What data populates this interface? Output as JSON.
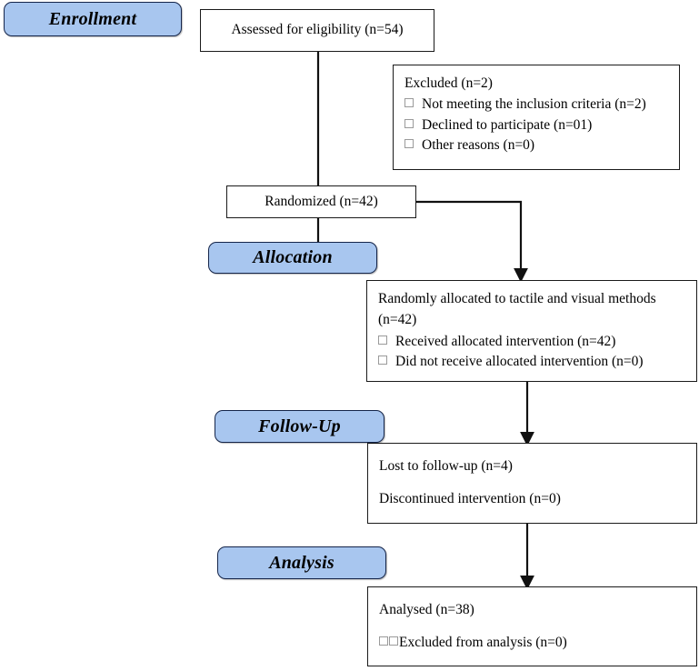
{
  "diagram": {
    "type": "consort-flow-diagram",
    "title": "CONSORT participant flow",
    "colors": {
      "badge_fill": "#a8c6ef",
      "badge_border": "#15254a",
      "box_border": "#1a1a1a",
      "background": "#ffffff",
      "text": "#000000",
      "bullet_border": "#9a9a9a"
    }
  },
  "stages": {
    "enrollment": {
      "label": "Enrollment"
    },
    "allocation": {
      "label": "Allocation"
    },
    "followup": {
      "label": "Follow-Up"
    },
    "analysis": {
      "label": "Analysis"
    }
  },
  "boxes": {
    "assessed": {
      "text": "Assessed for eligibility (n=54)"
    },
    "excluded": {
      "heading": "Excluded (n=2)",
      "items": [
        "Not meeting the inclusion criteria (n=2)",
        "Declined to participate (n=01)",
        "Other reasons (n=0)"
      ]
    },
    "randomized": {
      "text": "Randomized (n=42)"
    },
    "allocated": {
      "heading_line1": "Randomly allocated to tactile and visual methods",
      "heading_line2": "(n=42)",
      "items": [
        "Received allocated intervention (n=42)",
        "Did not receive allocated intervention (n=0)"
      ]
    },
    "followup_box": {
      "line1": "Lost to follow-up (n=4)",
      "line2": "Discontinued intervention (n=0)"
    },
    "analysis_box": {
      "line1": "Analysed (n=38)",
      "line2": "Excluded from analysis (n=0)"
    }
  }
}
